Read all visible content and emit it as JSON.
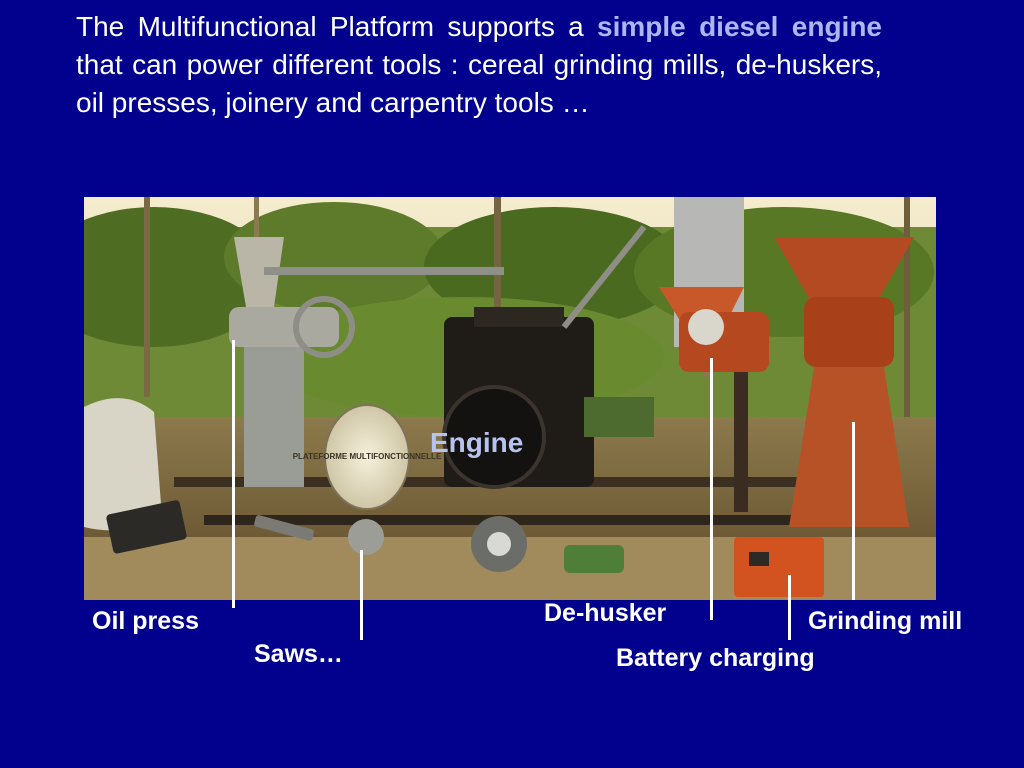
{
  "intro": {
    "part1": "The Multifunctional Platform supports a ",
    "highlight": "simple diesel engine",
    "part2": " that can power different tools : cereal grinding mills, de-huskers, oil presses, joinery and carpentry tools …"
  },
  "photo": {
    "engine_label": "Engine",
    "disc_text": "PLATEFORME MULTIFONCTIONNELLE"
  },
  "callouts": {
    "oil_press": "Oil press",
    "saws": "Saws…",
    "de_husker": "De-husker",
    "battery_charging": "Battery charging",
    "grinding_mill": "Grinding mill"
  },
  "colors": {
    "background": "#01018d",
    "highlight": "#a9b8f2",
    "text": "#ffffff"
  }
}
